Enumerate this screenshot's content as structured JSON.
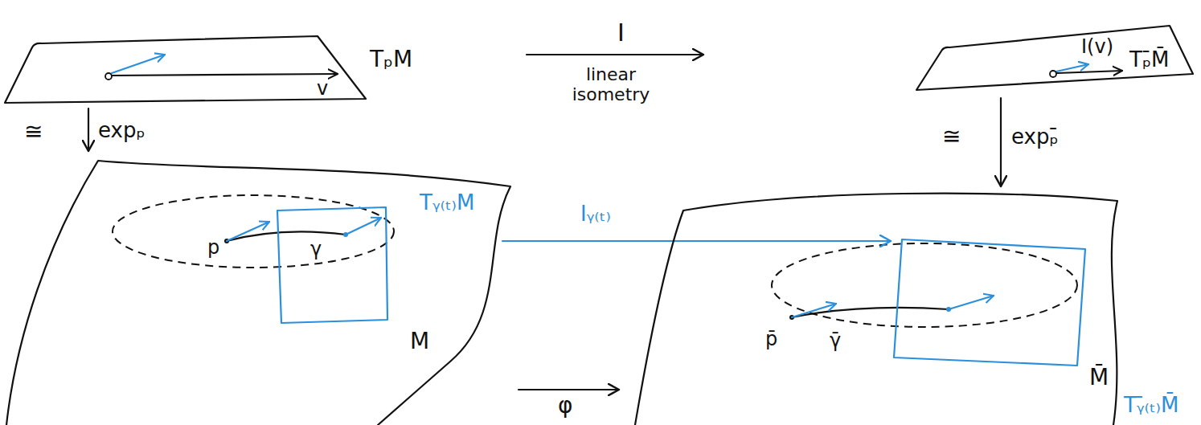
{
  "diagram": {
    "nodes": [
      {
        "text": [
          "TₚM"
        ]
      },
      {
        "text": [
          "Tₚ̄M̄"
        ]
      },
      {
        "text": [
          "M"
        ]
      },
      {
        "text": [
          "Tᵧ₍ₜ₎M"
        ],
        "in": 2
      },
      {
        "text": [
          "M̄"
        ]
      },
      {
        "text": [
          "Tᵧ̄₍ₜ₎M̄"
        ],
        "in": 4
      }
    ],
    "edges": [
      {
        "from": 0,
        "to": 1,
        "label": "I",
        "arrow": "to"
      },
      {
        "from": 0,
        "to": 2,
        "label": "expₚ",
        "arrow": "to"
      },
      {
        "from": 1,
        "to": 4,
        "label": "expₚ̄",
        "arrow": "to"
      },
      {
        "from": 2,
        "to": 4,
        "label": "φ",
        "arrow": "to"
      },
      {
        "from": 3,
        "to": 5,
        "label": "Iᵧ₍ₜ₎",
        "arrow": "to"
      }
    ],
    "labels": [
      "linear isometry",
      "≅",
      "≅",
      "v",
      "I(v)",
      "p",
      "γ",
      "p̄",
      "γ̄"
    ]
  }
}
